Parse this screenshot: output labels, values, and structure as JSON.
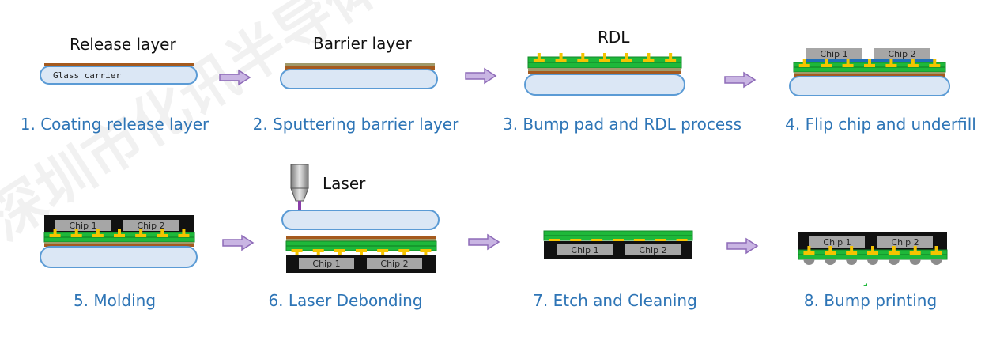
{
  "watermark_text": "深圳市化讯半导体材料有限公司",
  "labels": {
    "release_layer": "Release layer",
    "barrier_layer": "Barrier layer",
    "rdl": "RDL",
    "laser": "Laser",
    "glass_carrier": "Glass carrier",
    "chip1": "Chip 1",
    "chip2": "Chip 2"
  },
  "steps": [
    {
      "caption": "1. Coating release layer"
    },
    {
      "caption": "2. Sputtering barrier layer"
    },
    {
      "caption": "3. Bump pad and RDL process"
    },
    {
      "caption": "4. Flip chip and underfill"
    },
    {
      "caption": "5. Molding"
    },
    {
      "caption": "6. Laser Debonding"
    },
    {
      "caption": "7. Etch and Cleaning"
    },
    {
      "caption": "8. Bump printing"
    }
  ],
  "colors": {
    "caption": "#2e75b6",
    "glass": "#dbe7f5",
    "glass_border": "#5b9bd5",
    "release": "#a55a1e",
    "barrier": "#a09a6a",
    "rdl_green": "#1eb83a",
    "bump_yellow": "#f5c400",
    "chip_gray": "#a6a6a6",
    "mold_black": "#111111",
    "arrow": "#c9b5e3",
    "arrow_border": "#8e6bb8",
    "laser_beam": "#8a3ea8"
  }
}
